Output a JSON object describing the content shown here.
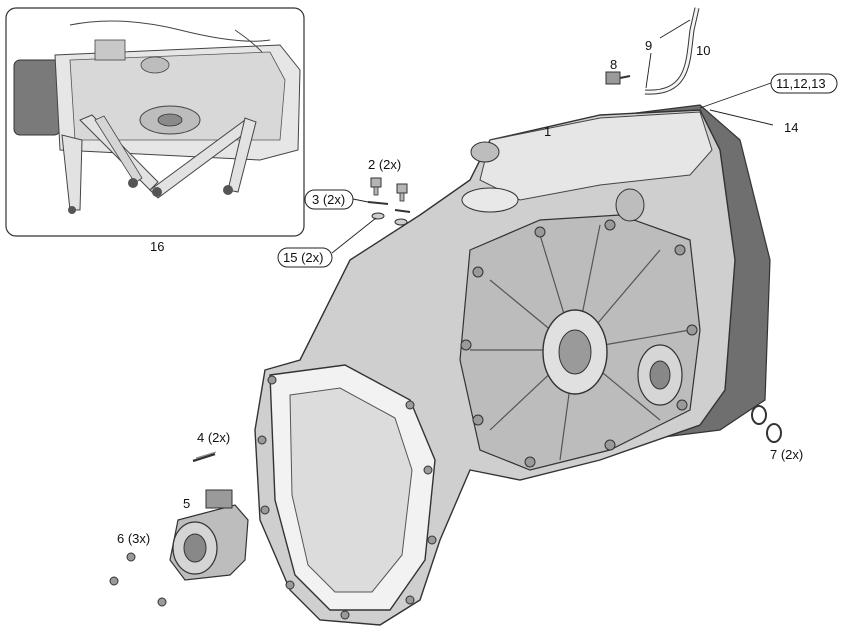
{
  "callouts": {
    "c1": "1",
    "c2": "2 (2x)",
    "c3": "3 (2x)",
    "c4": "4 (2x)",
    "c5": "5",
    "c6": "6 (3x)",
    "c7": "7 (2x)",
    "c8": "8",
    "c9": "9",
    "c10": "10",
    "c11": "11,12,13",
    "c14": "14",
    "c15": "15 (2x)",
    "c16": "16"
  },
  "colors": {
    "housing": "#cfcfcf",
    "dark": "#6f6f6f",
    "outline": "#333333"
  }
}
